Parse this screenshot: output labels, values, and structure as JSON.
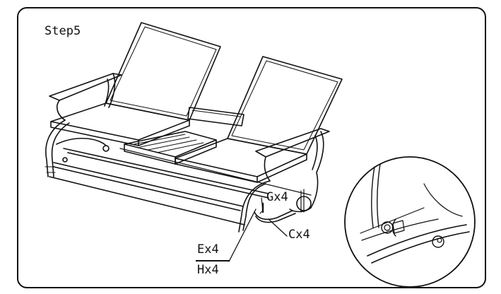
{
  "step_label": "Step5",
  "callouts": {
    "part_e": "Ex4",
    "part_h": "Hx4",
    "part_g": "Gx4",
    "part_c": "Cx4"
  },
  "colors": {
    "ink": "#111111",
    "paper": "#ffffff"
  }
}
